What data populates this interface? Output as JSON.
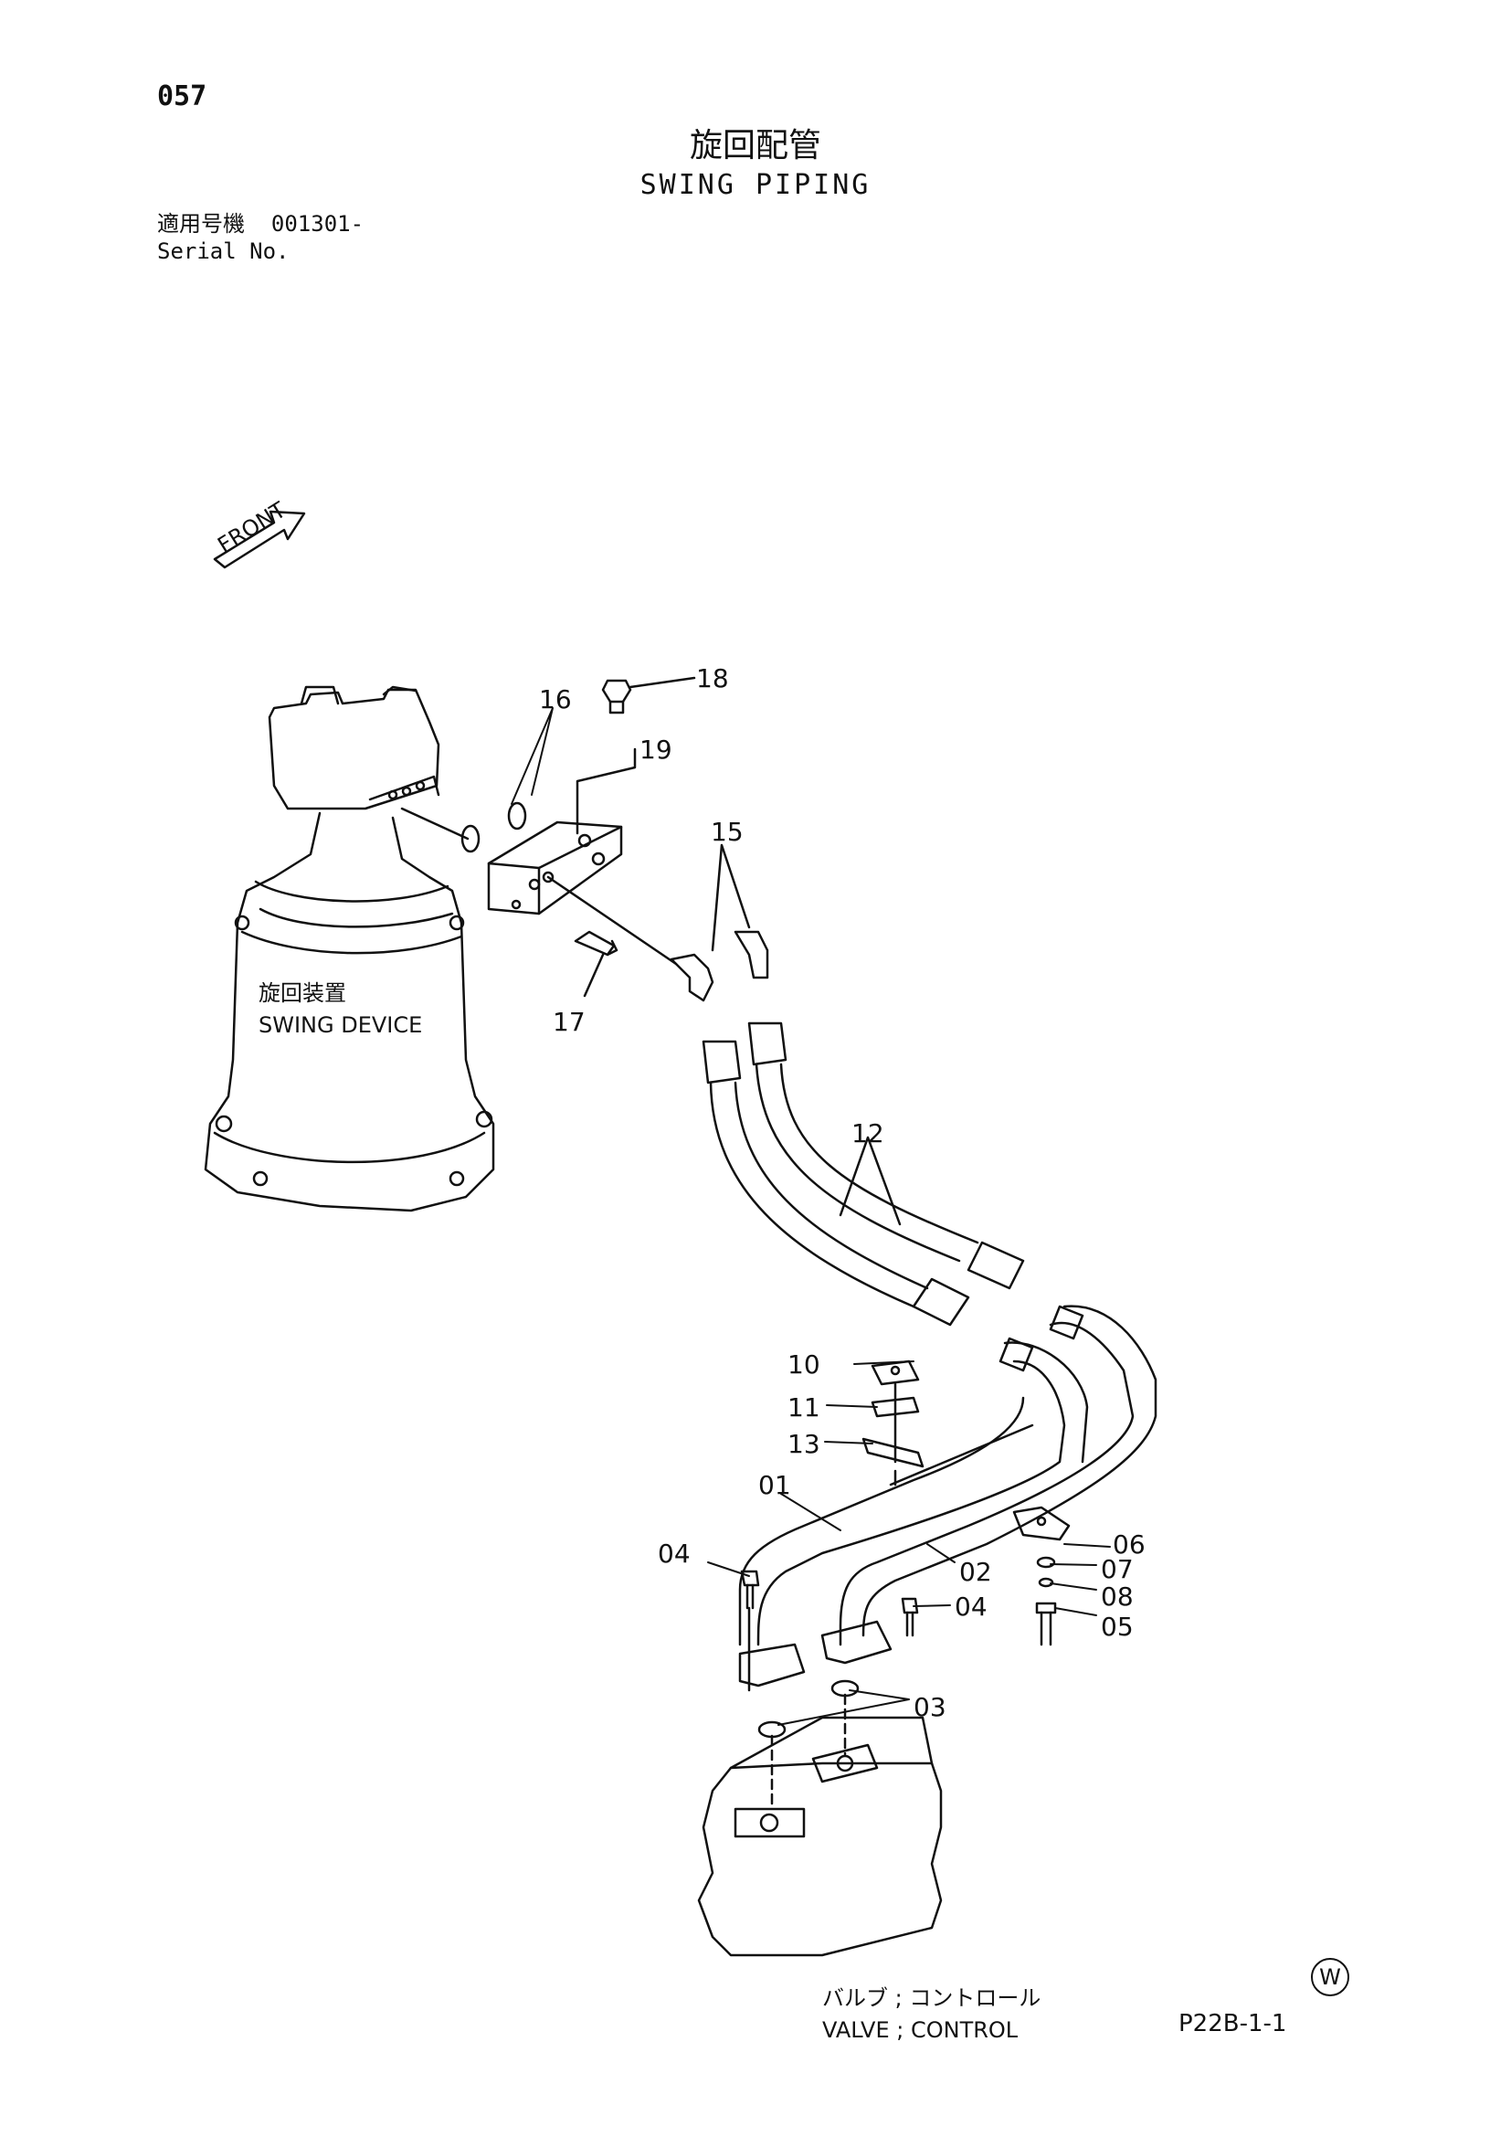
{
  "header": {
    "page_number": "057",
    "title_jp": "旋回配管",
    "title_en": "SWING PIPING",
    "serial_label_jp": "適用号機",
    "serial_value": "001301-",
    "serial_label_en": "Serial No."
  },
  "direction_marker": "FRONT",
  "components": {
    "swing_device_jp": "旋回装置",
    "swing_device_en": "SWING DEVICE",
    "valve_jp": "バルブ ; コントロール",
    "valve_en": "VALVE ; CONTROL"
  },
  "callouts": [
    "01",
    "02",
    "03",
    "04",
    "04",
    "05",
    "06",
    "07",
    "08",
    "10",
    "11",
    "12",
    "13",
    "15",
    "16",
    "17",
    "18",
    "19"
  ],
  "footer": {
    "watermark": "W",
    "drawing_code": "P22B-1-1"
  }
}
